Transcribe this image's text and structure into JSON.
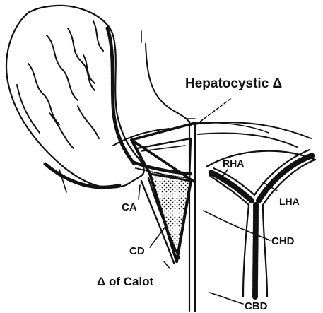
{
  "labels": {
    "hepatocystic": "Hepatocystic Δ",
    "rha": "RHA",
    "lha": "LHA",
    "ca": "CA",
    "cd": "CD",
    "chd": "CHD",
    "calot": "Δ of Calot",
    "cbd": "CBD"
  },
  "colors": {
    "ink": "#111111",
    "background": "#ffffff"
  }
}
